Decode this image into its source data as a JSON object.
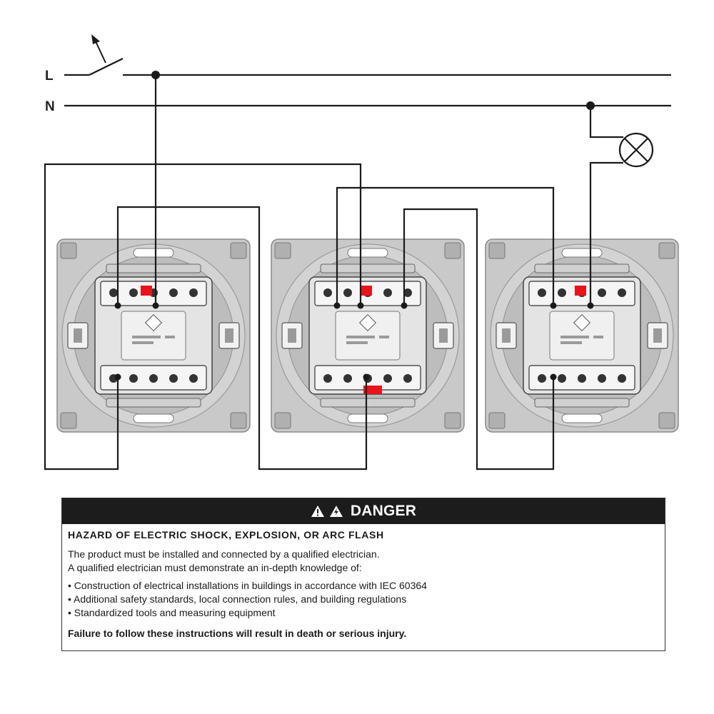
{
  "diagram": {
    "labels": {
      "live": "L",
      "neutral": "N"
    },
    "colors": {
      "wire": "#1a1a1a",
      "terminal_highlight": "#e8141c",
      "plate": "#c4c4c4",
      "mechanism": "#e6e6e6"
    },
    "devices": [
      {
        "name": "two-way-switch-left"
      },
      {
        "name": "intermediate-switch-center"
      },
      {
        "name": "two-way-switch-right"
      }
    ]
  },
  "danger": {
    "title": "DANGER",
    "heading": "HAZARD OF ELECTRIC SHOCK, EXPLOSION, OR ARC FLASH",
    "paragraphs": [
      "The product must be installed and connected by a qualified electrician.",
      "A qualified electrician must demonstrate an in-depth knowledge of:"
    ],
    "bullets": [
      "Construction of electrical installations in buildings in accordance with IEC 60364",
      "Additional safety standards, local connection rules, and building regulations",
      "Standardized tools and measuring equipment"
    ],
    "footer": "Failure to follow these instructions will result in death or serious injury."
  }
}
